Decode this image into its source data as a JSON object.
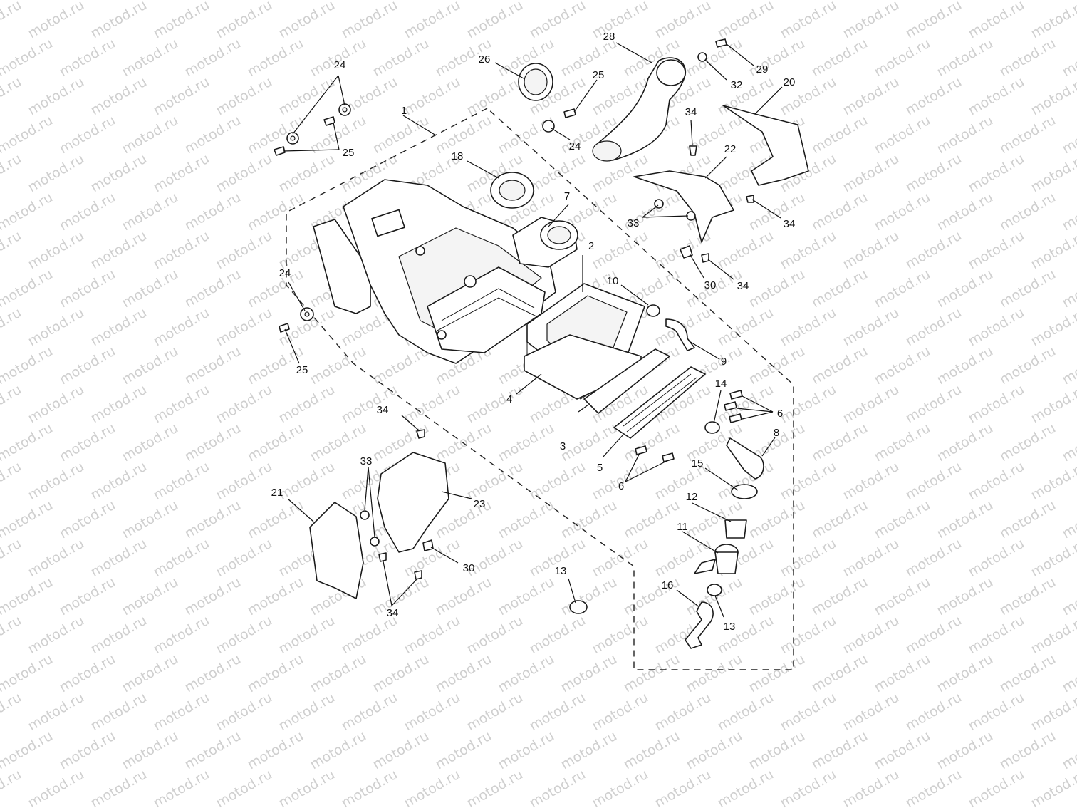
{
  "watermark": {
    "text": "motod.ru"
  },
  "callouts": {
    "c1": "1",
    "c2": "2",
    "c3": "3",
    "c4": "4",
    "c5": "5",
    "c6a": "6",
    "c6b": "6",
    "c7": "7",
    "c8": "8",
    "c9": "9",
    "c10": "10",
    "c11": "11",
    "c12": "12",
    "c13a": "13",
    "c13b": "13",
    "c14": "14",
    "c15": "15",
    "c16": "16",
    "c18": "18",
    "c20": "20",
    "c21": "21",
    "c22": "22",
    "c23": "23",
    "c24a": "24",
    "c24b": "24",
    "c24c": "24",
    "c25a": "25",
    "c25b": "25",
    "c25c": "25",
    "c26": "26",
    "c28": "28",
    "c29": "29",
    "c30a": "30",
    "c30b": "30",
    "c32": "32",
    "c33a": "33",
    "c33b": "33",
    "c34a": "34",
    "c34b": "34",
    "c34c": "34",
    "c34d": "34",
    "c34e": "34"
  }
}
